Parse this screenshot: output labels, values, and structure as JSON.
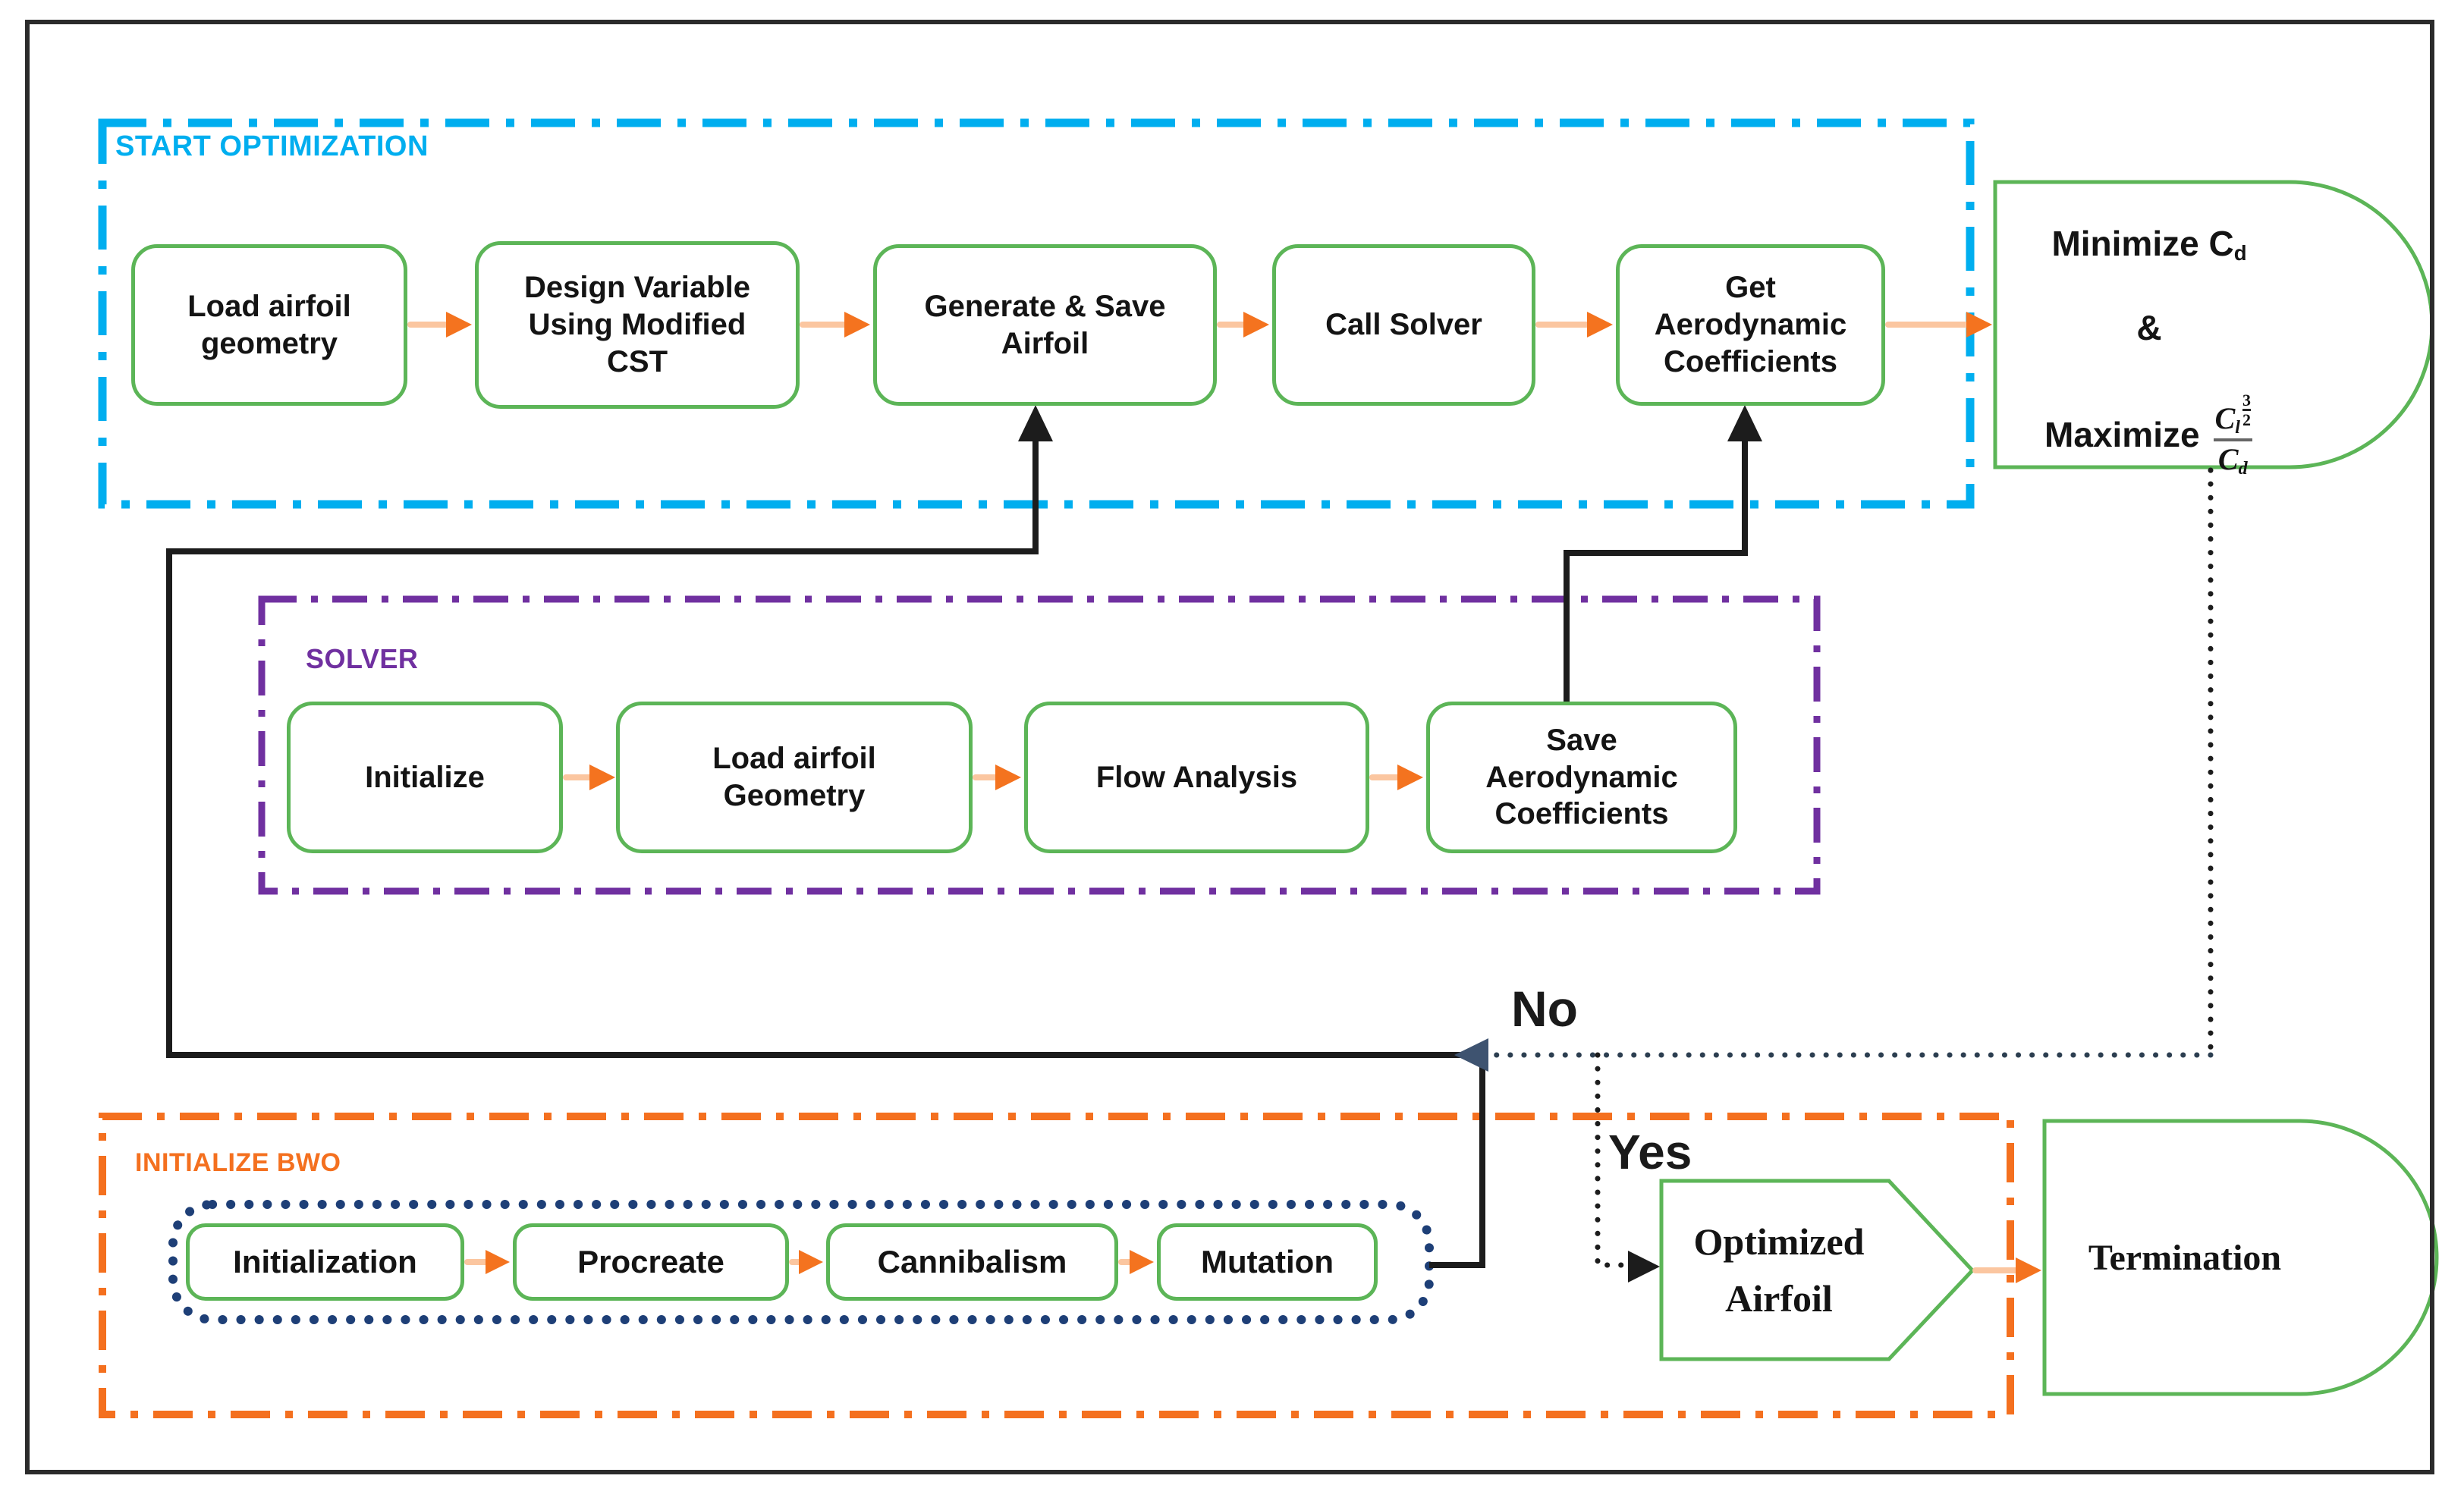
{
  "labels": {
    "start_optimization": "START OPTIMIZATION",
    "solver": "SOLVER",
    "initialize_bwo": "INITIALIZE BWO"
  },
  "nodes": {
    "load_airfoil_geometry": "Load airfoil geometry",
    "design_variable_cst": "Design Variable Using Modified CST",
    "generate_save_airfoil": "Generate & Save Airfoil",
    "call_solver": "Call Solver",
    "get_aero_coefficients": "Get Aerodynamic Coefficients",
    "initialize": "Initialize",
    "load_airfoil_geometry_solver": "Load airfoil Geometry",
    "flow_analysis": "Flow Analysis",
    "save_aero_coefficients": "Save Aerodynamic Coefficients",
    "initialization": "Initialization",
    "procreate": "Procreate",
    "cannibalism": "Cannibalism",
    "mutation": "Mutation",
    "optimized_airfoil": "Optimized Airfoil",
    "termination": "Termination"
  },
  "objective": {
    "minimize_prefix": "Minimize C",
    "minimize_sub": "d",
    "ampersand": "&",
    "maximize_prefix": "Maximize",
    "frac_num_base": "C",
    "frac_num_sub": "l",
    "frac_exp_num": "3",
    "frac_exp_den": "2",
    "frac_den_base": "C",
    "frac_den_sub": "d"
  },
  "decisions": {
    "no": "No",
    "yes": "Yes"
  },
  "colors": {
    "section_start": "#00AEEF",
    "section_solver": "#7030A0",
    "section_bwo": "#F4701F",
    "node_border_green": "#5CB557",
    "bwo_inner_dotted_navy": "#1E3F77",
    "connector_line_light_orange": "#FBC6A0",
    "connector_head_orange": "#F4731F",
    "flow_line_black": "#1C1C1C",
    "no_arrowhead_steel": "#3E5370",
    "frame_black": "#2B2B2B"
  }
}
